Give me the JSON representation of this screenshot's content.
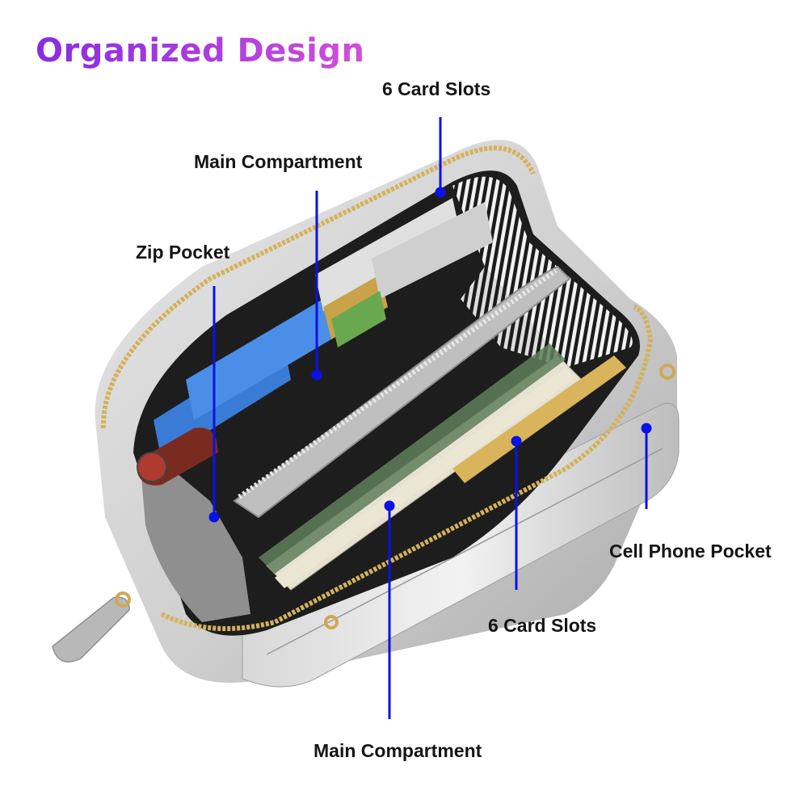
{
  "title": "Organized Design",
  "colors": {
    "title_gradient_start": "#8a2be2",
    "title_gradient_end": "#d24fd8",
    "pointer": "#0a12e6",
    "label_text": "#151515",
    "wallet_body": "#c9c9c9",
    "zipper": "#d4b25a"
  },
  "callouts": {
    "card_slots_top": "6 Card Slots",
    "main_compartment_top": "Main Compartment",
    "zip_pocket": "Zip Pocket",
    "cell_phone_pocket": "Cell Phone Pocket",
    "card_slots_bottom": "6 Card Slots",
    "main_compartment_bottom": "Main Compartment"
  }
}
